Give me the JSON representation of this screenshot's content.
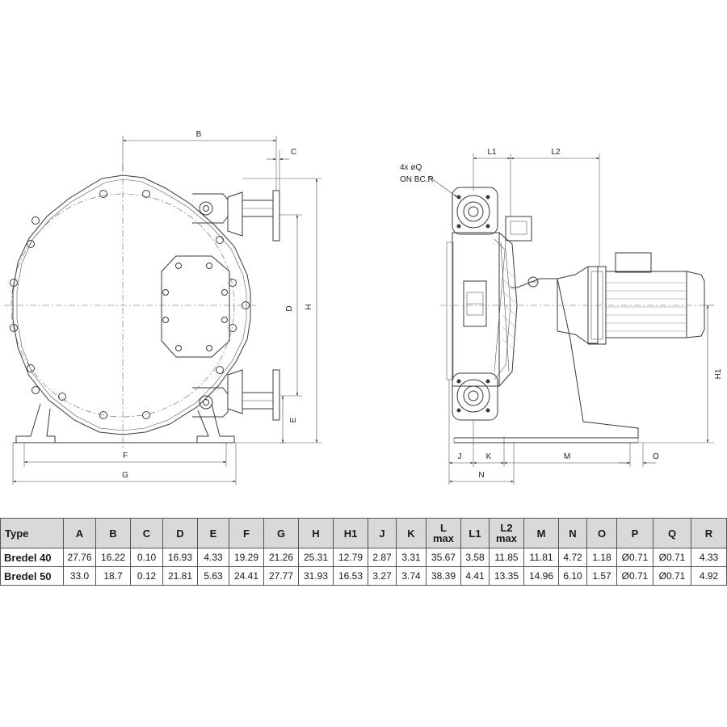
{
  "labels": {
    "B": "B",
    "C": "C",
    "D": "D",
    "E": "E",
    "F": "F",
    "G": "G",
    "H": "H",
    "L1": "L1",
    "L2": "L2",
    "H1": "H1",
    "J": "J",
    "K": "K",
    "M": "M",
    "N": "N",
    "O": "O",
    "note_line1": "4x øQ",
    "note_line2": "ON BC.R"
  },
  "table": {
    "headers": [
      {
        "id": "type",
        "top": "Type",
        "bottom": ""
      },
      {
        "id": "a",
        "top": "A",
        "bottom": ""
      },
      {
        "id": "b",
        "top": "B",
        "bottom": ""
      },
      {
        "id": "c",
        "top": "C",
        "bottom": ""
      },
      {
        "id": "d",
        "top": "D",
        "bottom": ""
      },
      {
        "id": "e",
        "top": "E",
        "bottom": ""
      },
      {
        "id": "f",
        "top": "F",
        "bottom": ""
      },
      {
        "id": "g",
        "top": "G",
        "bottom": ""
      },
      {
        "id": "h",
        "top": "H",
        "bottom": ""
      },
      {
        "id": "h1",
        "top": "H1",
        "bottom": ""
      },
      {
        "id": "j",
        "top": "J",
        "bottom": ""
      },
      {
        "id": "k",
        "top": "K",
        "bottom": ""
      },
      {
        "id": "l-max",
        "top": "L",
        "bottom": "max"
      },
      {
        "id": "l1",
        "top": "L1",
        "bottom": ""
      },
      {
        "id": "l2-max",
        "top": "L2",
        "bottom": "max"
      },
      {
        "id": "m",
        "top": "M",
        "bottom": ""
      },
      {
        "id": "n",
        "top": "N",
        "bottom": ""
      },
      {
        "id": "o",
        "top": "O",
        "bottom": ""
      },
      {
        "id": "p",
        "top": "P",
        "bottom": ""
      },
      {
        "id": "q",
        "top": "Q",
        "bottom": ""
      },
      {
        "id": "r",
        "top": "R",
        "bottom": ""
      }
    ],
    "rows": [
      [
        "Bredel 40",
        "27.76",
        "16.22",
        "0.10",
        "16.93",
        "4.33",
        "19.29",
        "21.26",
        "25.31",
        "12.79",
        "2.87",
        "3.31",
        "35.67",
        "3.58",
        "11.85",
        "11.81",
        "4.72",
        "1.18",
        "Ø0.71",
        "Ø0.71",
        "4.33"
      ],
      [
        "Bredel 50",
        "33.0",
        "18.7",
        "0.12",
        "21.81",
        "5.63",
        "24.41",
        "27.77",
        "31.93",
        "16.53",
        "3.27",
        "3.74",
        "38.39",
        "4.41",
        "13.35",
        "14.96",
        "6.10",
        "1.57",
        "Ø0.71",
        "Ø0.71",
        "4.92"
      ]
    ]
  }
}
